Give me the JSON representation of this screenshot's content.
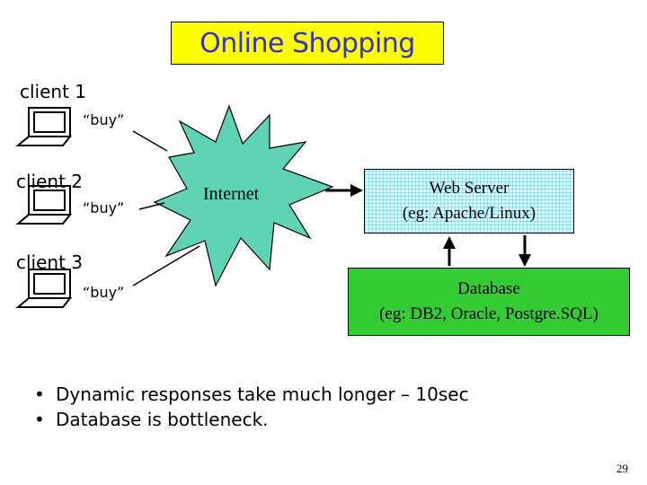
{
  "title": "Online Shopping",
  "clients": [
    {
      "label": "client 1",
      "request": "“buy”"
    },
    {
      "label": "client 2",
      "request": "“buy”"
    },
    {
      "label": "client 3",
      "request": "“buy”"
    }
  ],
  "internet_label": "Internet",
  "web_server": {
    "line1": "Web Server",
    "line2": "(eg: Apache/Linux)"
  },
  "database": {
    "line1": "Database",
    "line2": "(eg: DB2, Oracle, Postgre.SQL)"
  },
  "bullets": [
    "Dynamic responses take much longer – 10sec",
    "Database is bottleneck."
  ],
  "page_number": "29",
  "colors": {
    "title_bg": "#ffff00",
    "title_text": "#3232c8",
    "internet_fill": "#5fd3b3",
    "database_fill": "#33cc33",
    "web_server_fill": "#dff7fb"
  }
}
